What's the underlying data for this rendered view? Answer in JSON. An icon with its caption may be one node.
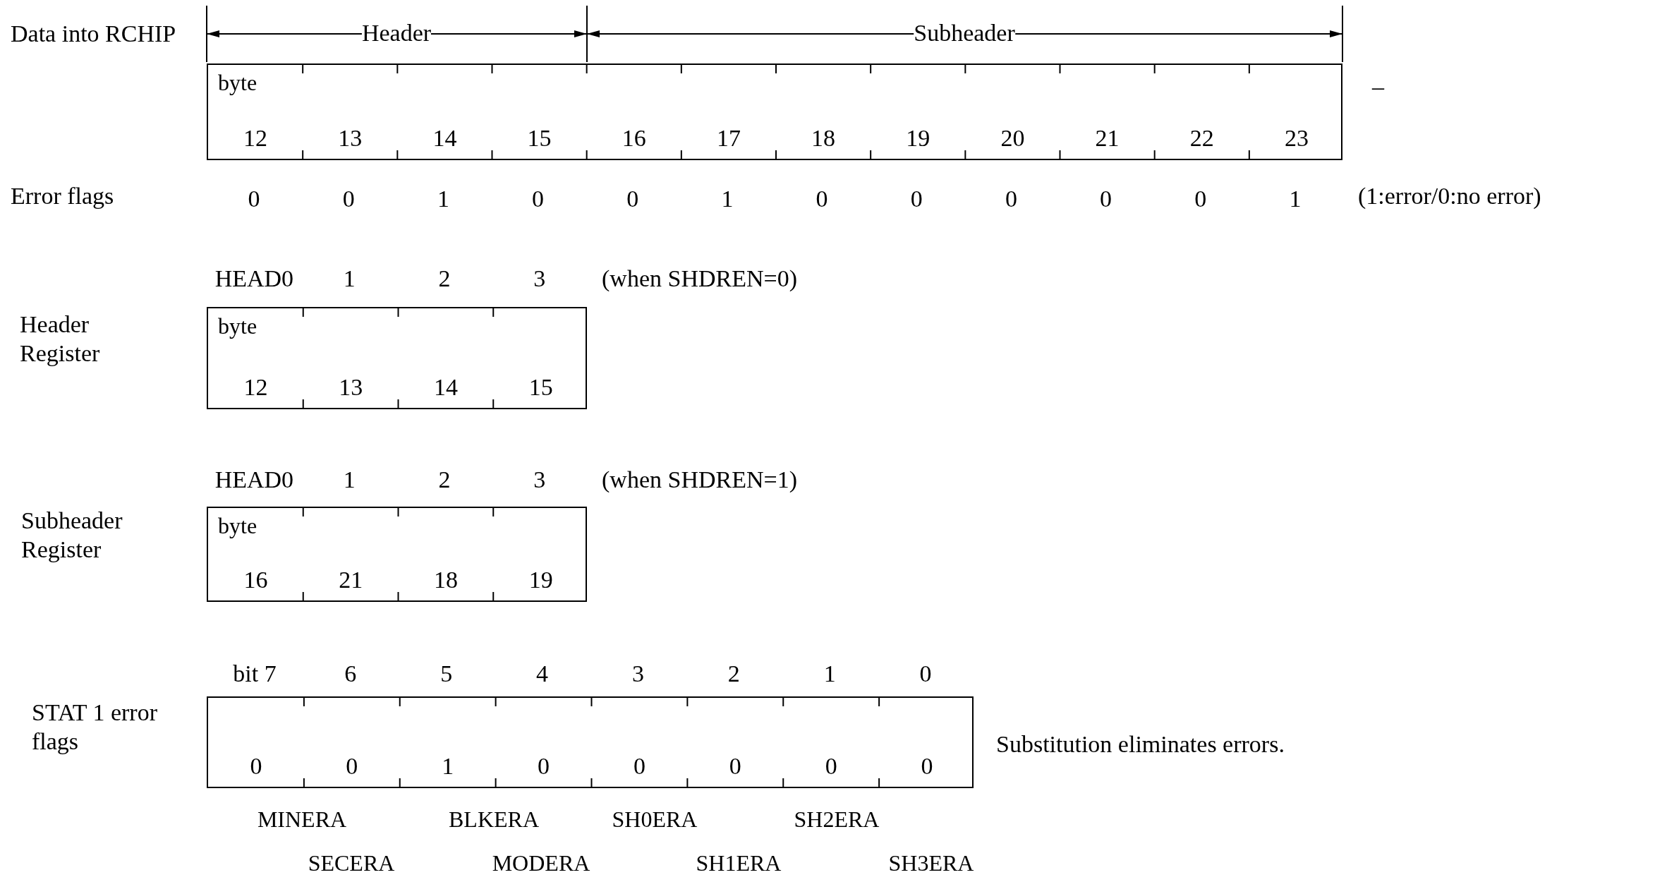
{
  "diagram": {
    "nodes": [
      {
        "text": [
          "byte",
          "12",
          "13",
          "14",
          "15",
          "16",
          "17",
          "18",
          "19",
          "20",
          "21",
          "22",
          "23"
        ]
      },
      {
        "text": [
          "byte",
          "12",
          "13",
          "14",
          "15"
        ]
      },
      {
        "text": [
          "byte",
          "16",
          "21",
          "18",
          "19"
        ]
      },
      {
        "text": [
          "0",
          "0",
          "1",
          "0",
          "0",
          "0",
          "0",
          "0"
        ]
      }
    ],
    "labels": [
      "Data into RCHIP",
      "Header",
      "Subheader",
      "–",
      "Error flags",
      "0",
      "0",
      "1",
      "0",
      "0",
      "1",
      "0",
      "0",
      "0",
      "0",
      "0",
      "1",
      "(1:error/0:no error)",
      "HEAD0",
      "1",
      "2",
      "3",
      "(when SHDREN=0)",
      "Header Register",
      "HEAD0",
      "1",
      "2",
      "3",
      "(when SHDREN=1)",
      "Subheader Register",
      "bit 7",
      "6",
      "5",
      "4",
      "3",
      "2",
      "1",
      "0",
      "STAT 1 error flags",
      "Substitution eliminates errors.",
      "MINERA",
      "BLKERA",
      "SH0ERA",
      "SH2ERA",
      "SECERA",
      "MODERA",
      "SH1ERA",
      "SH3ERA"
    ]
  }
}
